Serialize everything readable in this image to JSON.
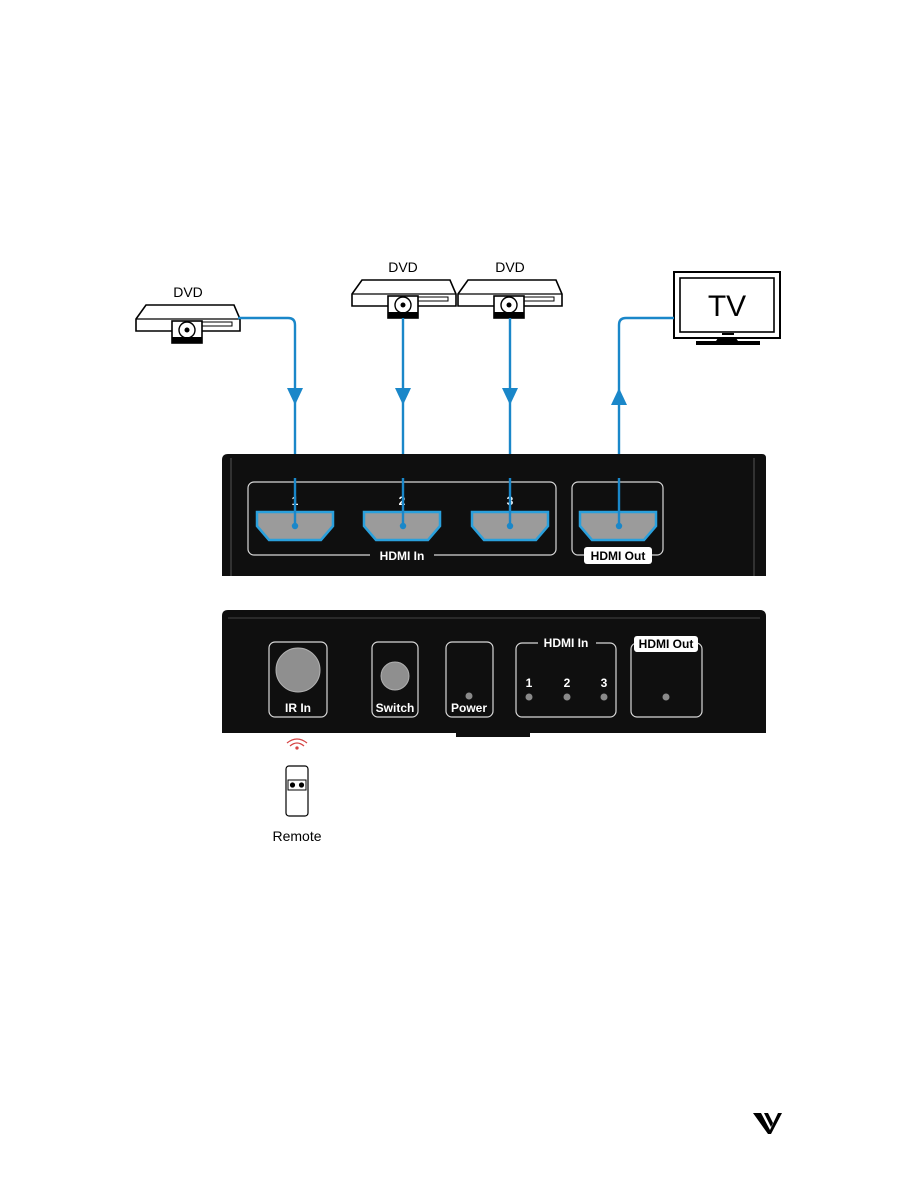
{
  "sources": [
    {
      "label": "DVD"
    },
    {
      "label": "DVD"
    },
    {
      "label": "DVD"
    }
  ],
  "display": {
    "label": "TV"
  },
  "back_panel": {
    "inputs": [
      {
        "number": "1"
      },
      {
        "number": "2"
      },
      {
        "number": "3"
      }
    ],
    "hdmi_in_label": "HDMI In",
    "hdmi_out_label": "HDMI Out"
  },
  "front_panel": {
    "ir_in_label": "IR In",
    "switch_label": "Switch",
    "power_label": "Power",
    "hdmi_in_label": "HDMI In",
    "led_numbers": [
      "1",
      "2",
      "3"
    ],
    "hdmi_out_label": "HDMI Out"
  },
  "remote": {
    "label": "Remote"
  },
  "colors": {
    "cable": "#1a87c9",
    "panel": "#0f0f0f",
    "port_fill": "#9b9b9b",
    "port_outline": "#2aa0dc",
    "ir_signal": "#d64545"
  },
  "icons": {
    "brand": "v-logo-icon"
  }
}
